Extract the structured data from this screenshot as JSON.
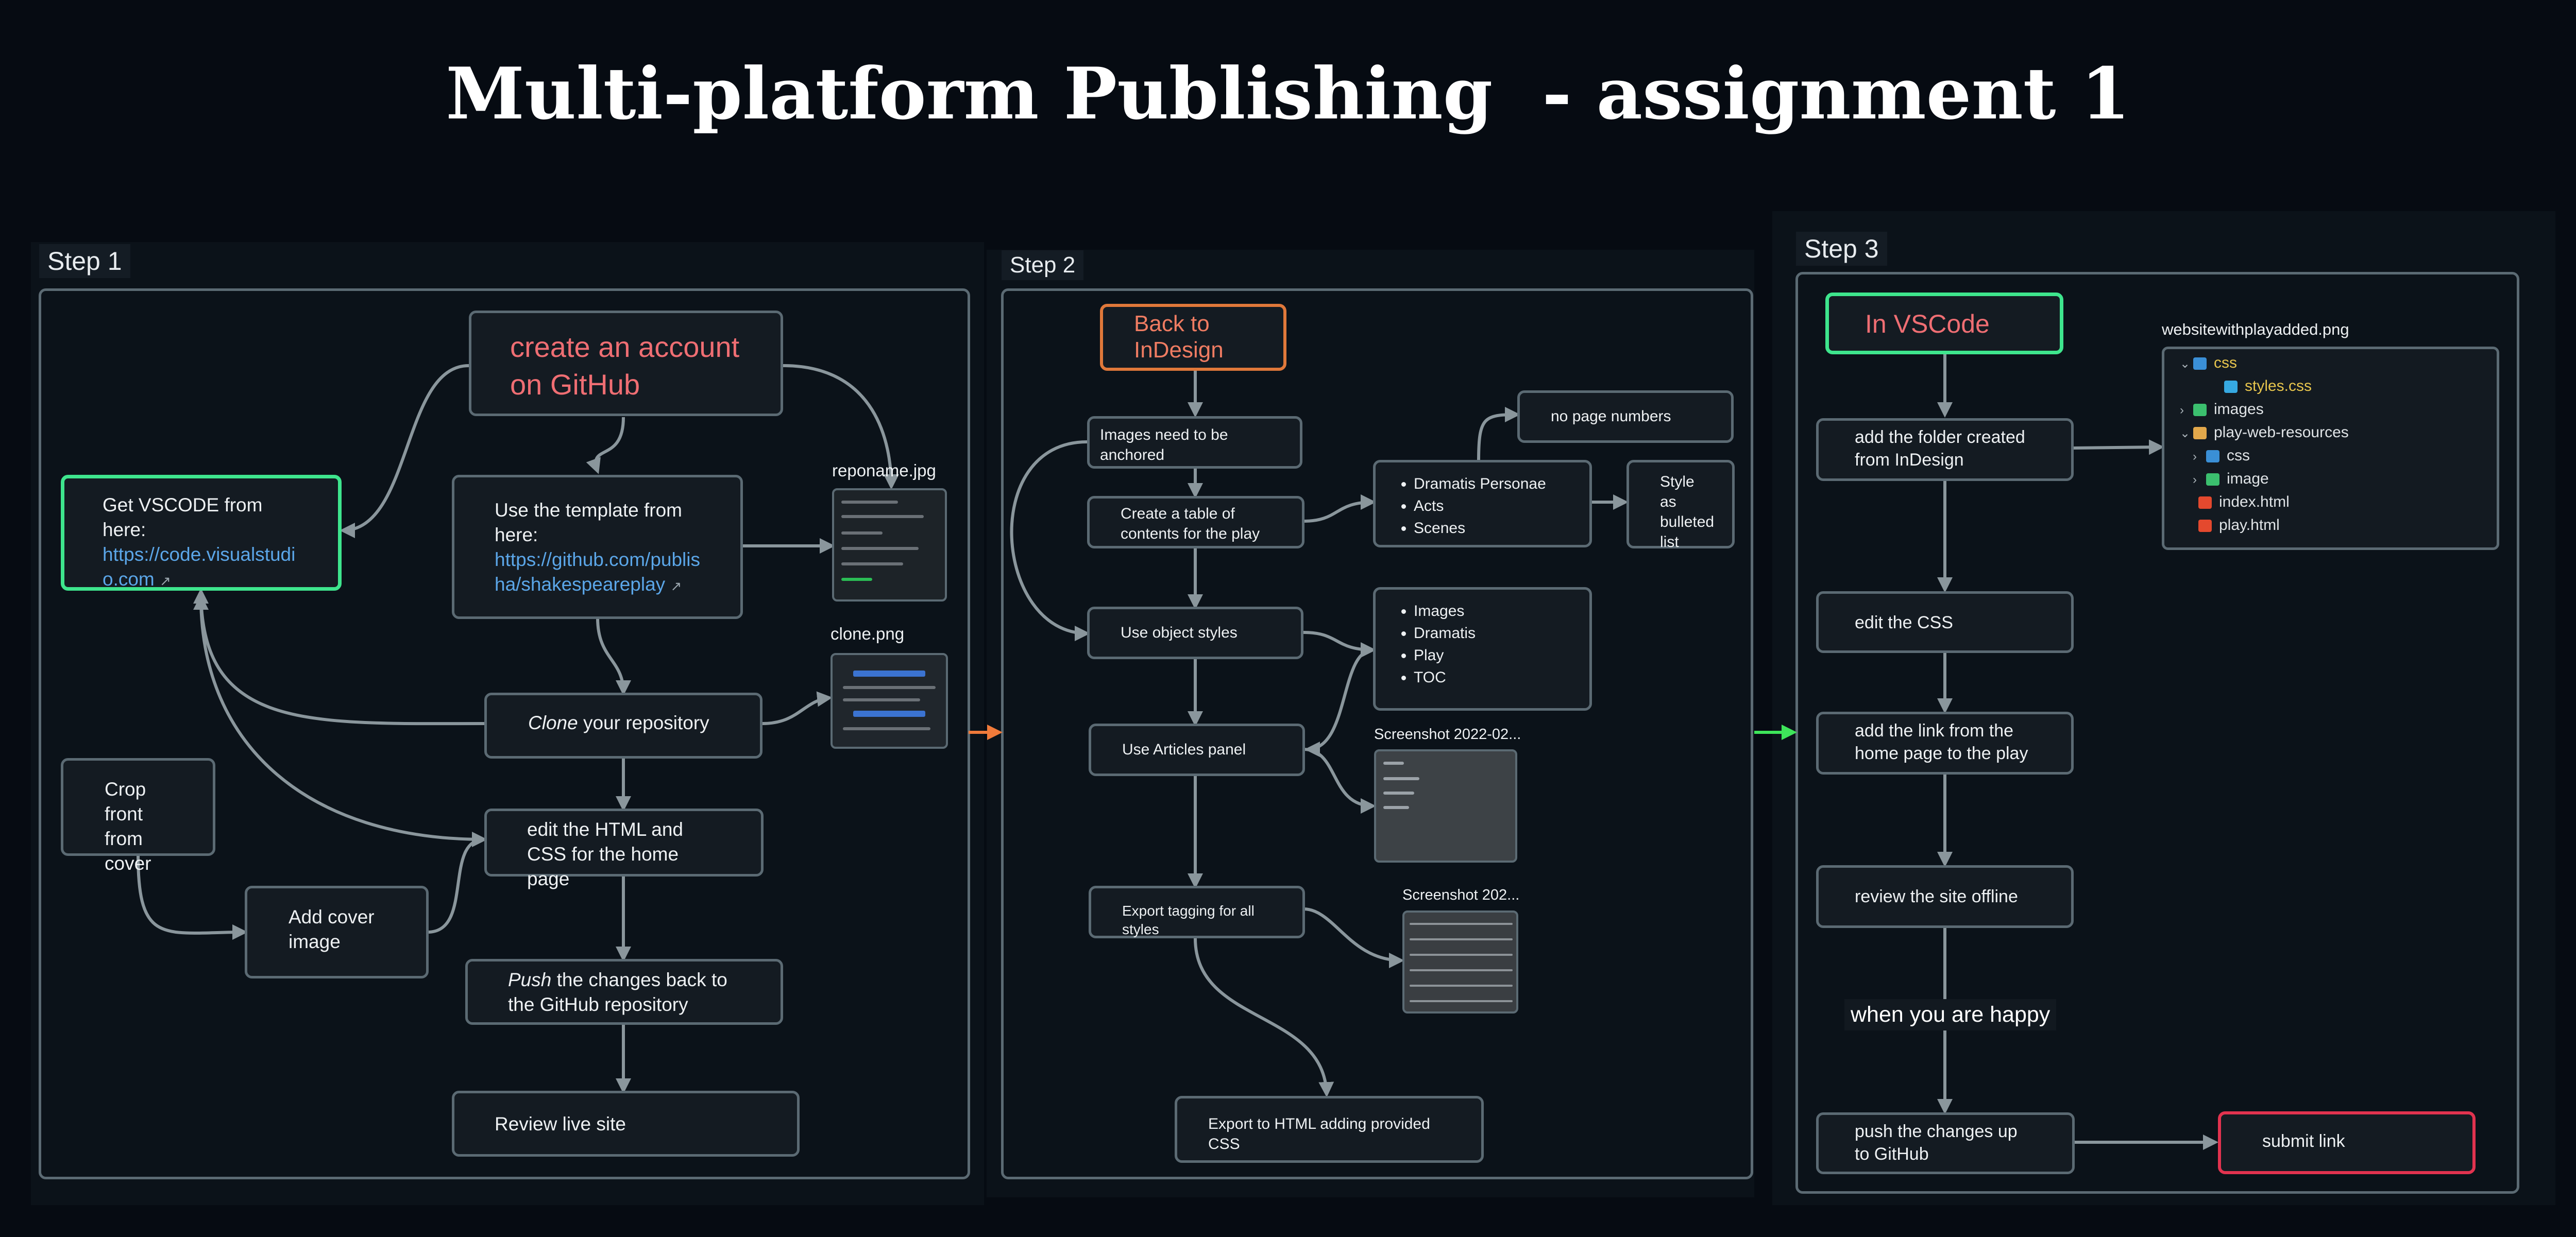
{
  "title": "Multi-platform Publishing  - assignment 1",
  "step1": {
    "label": "Step 1",
    "create_account": "create an account on GitHub",
    "get_vscode_text": "Get VSCODE from here:",
    "get_vscode_link": "https://code.visualstudio.com",
    "template_text": "Use the template from here:",
    "template_link": "https://github.com/publisha/shakespeareplay",
    "reponame_label": "reponame.jpg",
    "clone_label": "clone.png",
    "clone_em": "Clone",
    "clone_rest": " your repository",
    "crop_front": "Crop front from cover",
    "add_cover": "Add cover image",
    "edit_html": "edit the HTML and CSS for the home page",
    "push_em": "Push",
    "push_rest": " the changes back to the GitHub repository",
    "review_live": "Review live site"
  },
  "step2": {
    "label": "Step 2",
    "back_indesign": "Back to InDesign",
    "images_anchored": "Images need to be anchored",
    "toc": "Create a table of contents for the play",
    "toc_items": [
      "Dramatis Personae",
      "Acts",
      "Scenes"
    ],
    "no_page_numbers": "no page numbers",
    "bulleted_list": "Style as bulleted list",
    "object_styles": "Use object styles",
    "object_items": [
      "Images",
      "Dramatis",
      "Play",
      "TOC"
    ],
    "articles_panel": "Use Articles panel",
    "screenshot1_label": "Screenshot 2022-02...",
    "export_tagging": "Export tagging for all styles",
    "screenshot2_label": "Screenshot 202...",
    "export_html": "Export to HTML adding provided CSS"
  },
  "step3": {
    "label": "Step 3",
    "in_vscode": "In VSCode",
    "add_folder": "add the folder created from InDesign",
    "website_label": "websitewithplayadded.png",
    "tree": [
      {
        "name": "css",
        "icon": "folder-icon",
        "chev": "⌄"
      },
      {
        "name": "styles.css",
        "icon": "css-file-icon",
        "chev": ""
      },
      {
        "name": "images",
        "icon": "folder-icon",
        "chev": "›"
      },
      {
        "name": "play-web-resources",
        "icon": "folder-icon",
        "chev": "⌄"
      },
      {
        "name": "css",
        "icon": "folder-icon",
        "chev": "›"
      },
      {
        "name": "image",
        "icon": "folder-icon",
        "chev": "›"
      },
      {
        "name": "index.html",
        "icon": "html-file-icon",
        "chev": ""
      },
      {
        "name": "play.html",
        "icon": "html-file-icon",
        "chev": ""
      }
    ],
    "edit_css": "edit the CSS",
    "add_link": "add the link from the home page to the play",
    "review_offline": "review the site offline",
    "when_happy": "when you are happy",
    "push_up": "push the changes up to GitHub",
    "submit": "submit link"
  },
  "colors": {
    "accent_red": "#ef6e73",
    "accent_green": "#3ee58d",
    "accent_orange": "#e0783a",
    "accent_pink": "#e2334f",
    "link_blue": "#5ba6e8",
    "connector": "#8a969c"
  }
}
